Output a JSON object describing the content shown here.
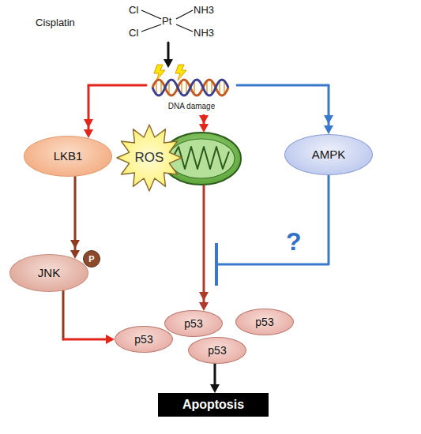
{
  "diagram": {
    "nodes": [
      {
        "text": [
          "Cisplatin",
          "Cl",
          "NH3",
          "Pt",
          "Cl",
          "NH3"
        ]
      },
      {
        "text": [
          "DNA damage"
        ]
      },
      {
        "text": [
          "LKB1"
        ]
      },
      {
        "text": [
          "AMPK"
        ]
      },
      {
        "text": [
          "ROS"
        ]
      },
      {
        "text": [
          "JNK"
        ]
      },
      {
        "text": [
          "P"
        ],
        "in": 5
      },
      {
        "text": [
          "p53"
        ]
      },
      {
        "text": [
          "p53"
        ]
      },
      {
        "text": [
          "p53"
        ]
      },
      {
        "text": [
          "p53"
        ]
      },
      {
        "text": [
          "Apoptosis"
        ]
      }
    ],
    "edges": [
      {
        "from": 0,
        "to": 1,
        "arrow": "to"
      },
      {
        "from": 1,
        "to": 2,
        "arrow": "to"
      },
      {
        "from": 1,
        "to": 3,
        "arrow": "to"
      },
      {
        "from": 2,
        "to": 5,
        "arrow": "to"
      },
      {
        "from": 5,
        "to": 9,
        "arrow": "to"
      },
      {
        "from": 10,
        "to": 11,
        "arrow": "to"
      }
    ],
    "labels": [
      "?"
    ]
  }
}
